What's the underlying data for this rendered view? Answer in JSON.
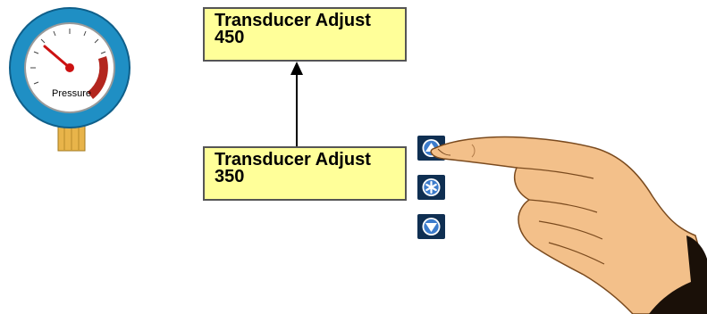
{
  "gauge": {
    "label": "Pressure",
    "color": "#1f8fc4",
    "redline_color": "#b3261e"
  },
  "displays": {
    "target": {
      "title": "Transducer Adjust",
      "value": "450"
    },
    "current": {
      "title": "Transducer Adjust",
      "value": "350"
    }
  },
  "keypad": {
    "up_icon": "arrow-up-icon",
    "star_icon": "asterisk-icon",
    "down_icon": "arrow-down-icon",
    "key_color": "#0f2f52"
  },
  "colors": {
    "display_bg": "#ffff99",
    "skin": "#f3c08a"
  }
}
